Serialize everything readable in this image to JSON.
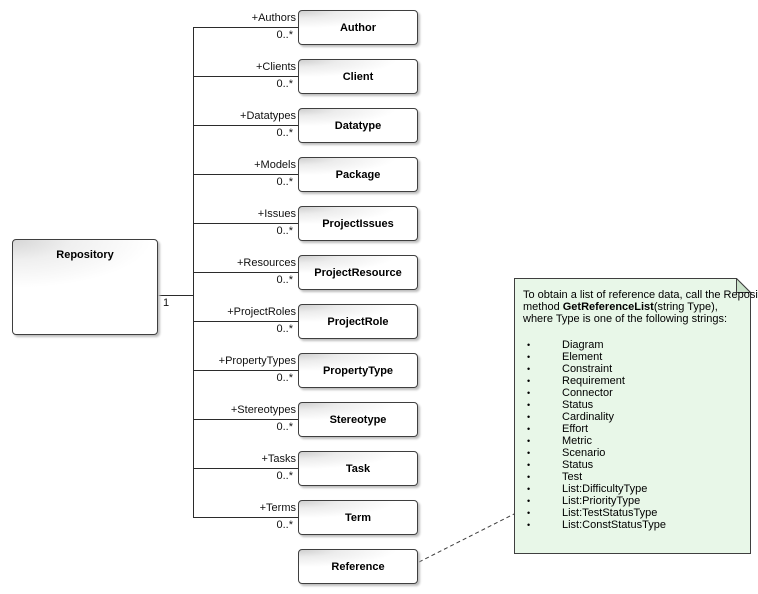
{
  "diagram": {
    "repository": {
      "name": "Repository",
      "multiplicity": "1"
    },
    "associations": [
      {
        "role": "+Authors",
        "multiplicity": "0..*",
        "target": "Author"
      },
      {
        "role": "+Clients",
        "multiplicity": "0..*",
        "target": "Client"
      },
      {
        "role": "+Datatypes",
        "multiplicity": "0..*",
        "target": "Datatype"
      },
      {
        "role": "+Models",
        "multiplicity": "0..*",
        "target": "Package"
      },
      {
        "role": "+Issues",
        "multiplicity": "0..*",
        "target": "ProjectIssues"
      },
      {
        "role": "+Resources",
        "multiplicity": "0..*",
        "target": "ProjectResource"
      },
      {
        "role": "+ProjectRoles",
        "multiplicity": "0..*",
        "target": "ProjectRole"
      },
      {
        "role": "+PropertyTypes",
        "multiplicity": "0..*",
        "target": "PropertyType"
      },
      {
        "role": "+Stereotypes",
        "multiplicity": "0..*",
        "target": "Stereotype"
      },
      {
        "role": "+Tasks",
        "multiplicity": "0..*",
        "target": "Task"
      },
      {
        "role": "+Terms",
        "multiplicity": "0..*",
        "target": "Term"
      }
    ],
    "reference_class": "Reference",
    "note": {
      "line1": "To obtain a list of reference data, call the Repository",
      "line2_pre": "method ",
      "line2_bold": "GetReferenceList",
      "line2_post": "(string Type),",
      "line3": "where Type is one of the following strings:",
      "bullet": "•",
      "items": [
        "Diagram",
        "Element",
        "Constraint",
        "Requirement",
        "Connector",
        "Status",
        "Cardinality",
        "Effort",
        "Metric",
        "Scenario",
        "Status",
        "Test",
        "List:DifficultyType",
        "List:PriorityType",
        "List:TestStatusType",
        "List:ConstStatusType"
      ]
    },
    "colors": {
      "note_bg": "#e8f7e8",
      "note_fold": "#c9e2c9",
      "shape_border": "#3f3f3f",
      "line": "#2b2b2b"
    }
  }
}
